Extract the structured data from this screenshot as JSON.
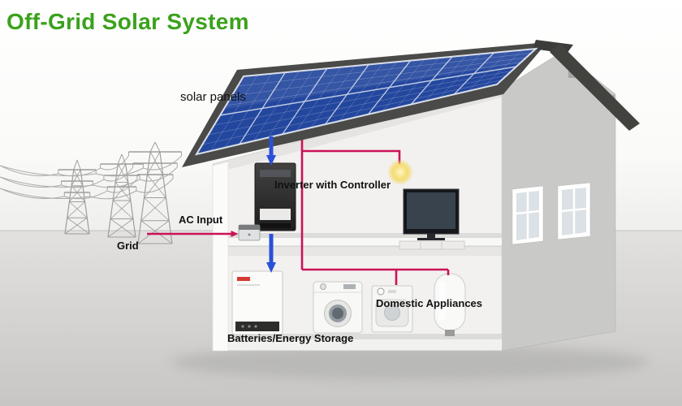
{
  "title": "Off-Grid Solar System",
  "labels": {
    "solar_panels": "solar panels",
    "inverter": "Inverter with Controller",
    "ac_input": "AC Input",
    "grid": "Grid",
    "domestic_appliances": "Domestic Appliances",
    "batteries": "Batteries/Energy Storage"
  },
  "colors": {
    "title_green": "#3aa21b",
    "wire_pink": "#cb1257",
    "arrow_blue": "#2a50d9",
    "panel_blue": "#24479e",
    "roof_gray": "#4a4a48"
  }
}
